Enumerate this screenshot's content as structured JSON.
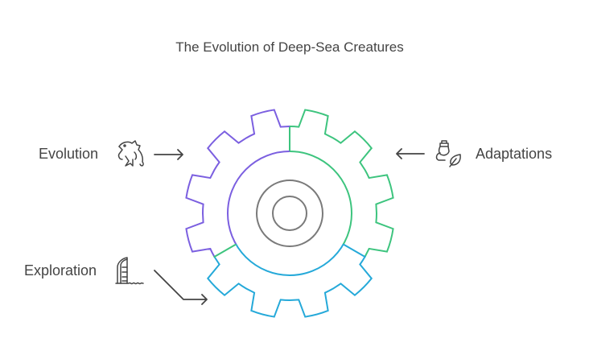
{
  "title": "The Evolution of Deep-Sea Creatures",
  "items": [
    {
      "label": "Evolution",
      "icon": "fish-icon"
    },
    {
      "label": "Adaptations",
      "icon": "lightbulb-leaf-icon"
    },
    {
      "label": "Exploration",
      "icon": "sailboat-icon"
    }
  ],
  "gear": {
    "teeth": 12,
    "sections": [
      {
        "name": "evolution",
        "color": "#3DC47E"
      },
      {
        "name": "adaptations",
        "color": "#25A9D9"
      },
      {
        "name": "exploration",
        "color": "#7B5FE0"
      }
    ],
    "hub_color": "#7a7a7a"
  },
  "colors": {
    "text": "#444444",
    "arrow": "#444444"
  }
}
